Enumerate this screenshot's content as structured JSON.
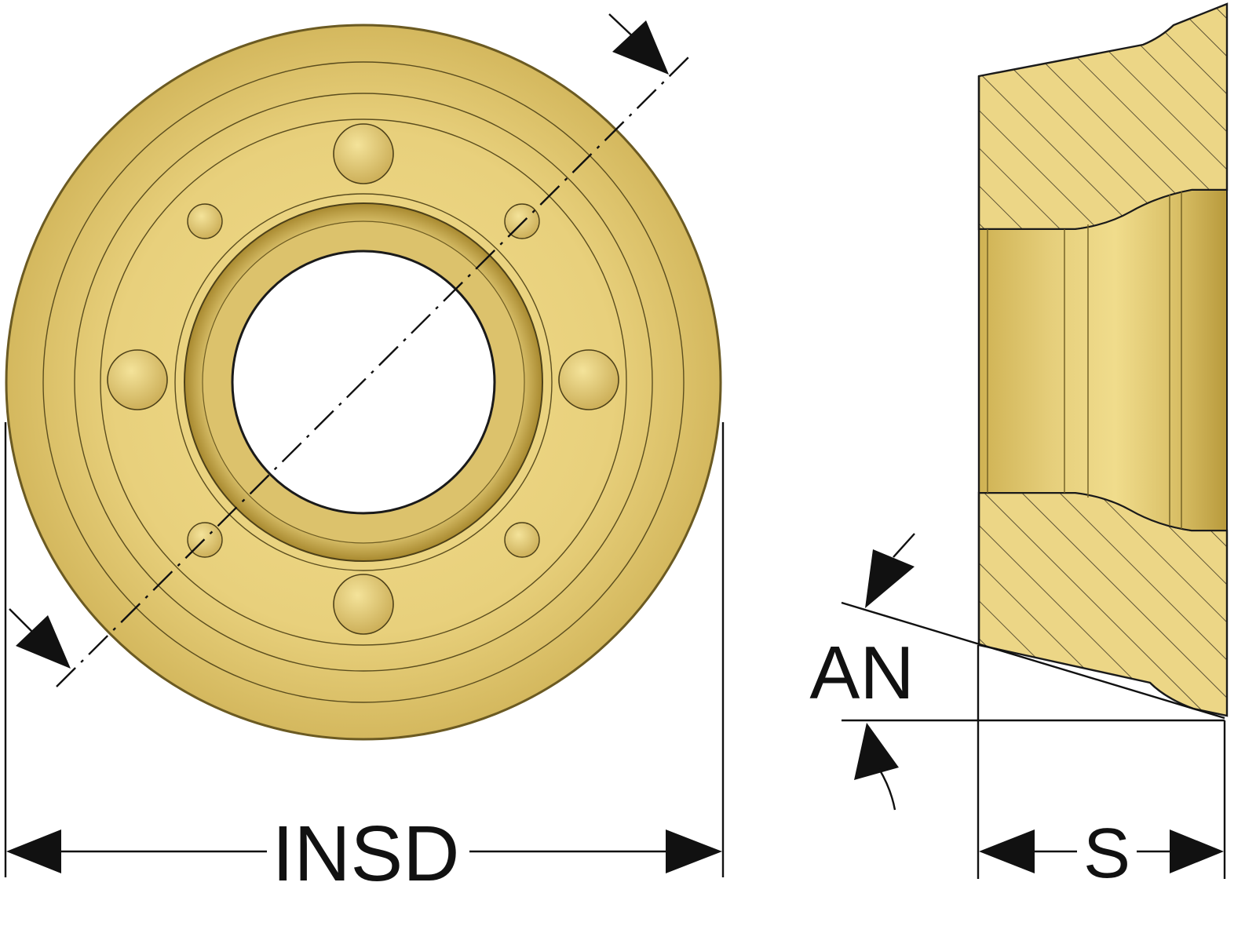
{
  "labels": {
    "insd": "INSD",
    "s": "S",
    "an": "AN"
  },
  "colors": {
    "insert_gold": "#e2c970",
    "insert_light": "#f1de8e",
    "insert_dark": "#b99a3a",
    "outline": "#1a1a1a",
    "hatch": "#3a3320"
  }
}
